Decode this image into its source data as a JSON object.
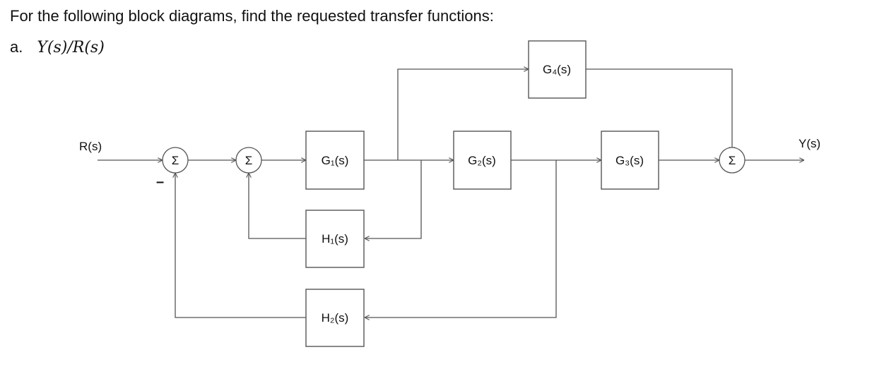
{
  "question": {
    "heading": "For the following block diagrams, find the requested transfer functions:",
    "part_label": "a.",
    "part_expression": "Y(s)/R(s)"
  },
  "diagram": {
    "input_label": "R(s)",
    "output_label": "Y(s)",
    "sum_symbol": "Σ",
    "negative_sign": "–",
    "blocks": {
      "g1": "G₁(s)",
      "g2": "G₂(s)",
      "g3": "G₃(s)",
      "g4": "G₄(s)",
      "h1": "H₁(s)",
      "h2": "H₂(s)"
    }
  }
}
